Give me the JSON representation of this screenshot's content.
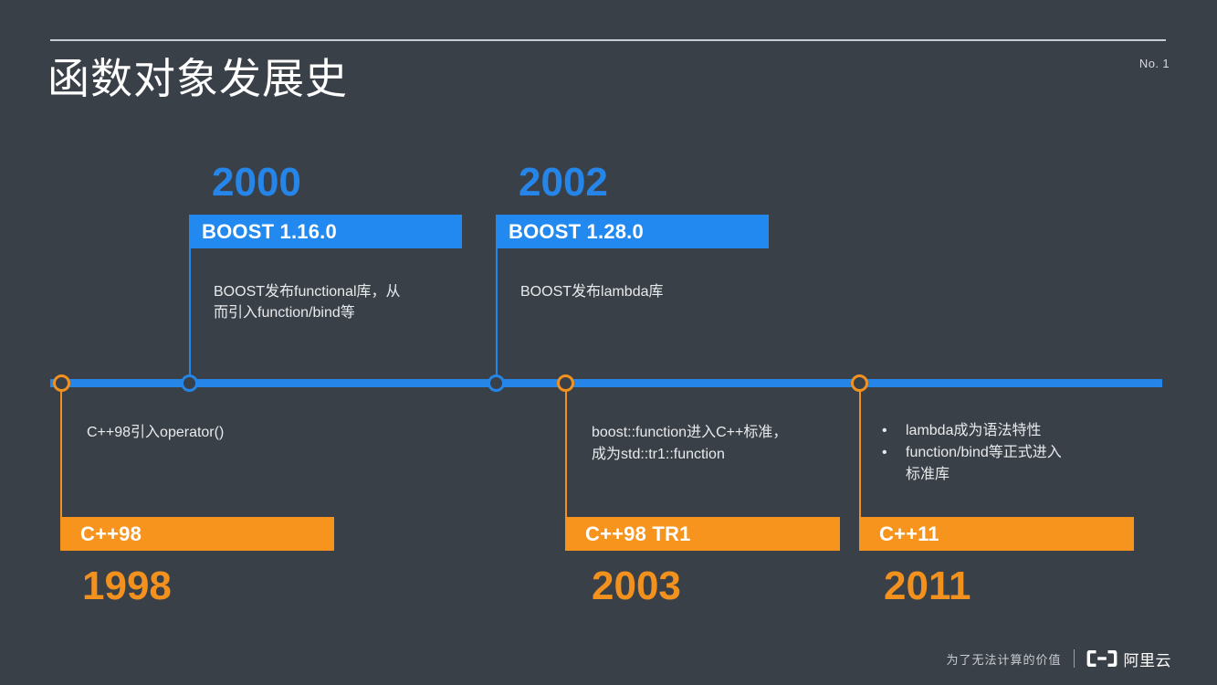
{
  "slide": {
    "title": "函数对象发展史",
    "page_number": "No. 1",
    "background_color": "#3a4048",
    "accent_blue": "#2585e8",
    "accent_orange": "#f7941e"
  },
  "timeline": {
    "top_events": [
      {
        "year": "2000",
        "bar_label": "BOOST 1.16.0",
        "description": "BOOST发布functional库，从\n而引入function/bind等"
      },
      {
        "year": "2002",
        "bar_label": "BOOST 1.28.0",
        "description": "BOOST发布lambda库"
      }
    ],
    "bottom_events": [
      {
        "year": "1998",
        "bar_label": "C++98",
        "description": "C++98引入operator()"
      },
      {
        "year": "2003",
        "bar_label": "C++98 TR1",
        "description": "boost::function进入C++标准，\n成为std::tr1::function"
      },
      {
        "year": "2011",
        "bar_label": "C++11",
        "bullets": [
          "lambda成为语法特性",
          "function/bind等正式进入\n标准库"
        ],
        "bullet_marker": "•"
      }
    ]
  },
  "footer": {
    "slogan": "为了无法计算的价值",
    "brand": "阿里云"
  }
}
